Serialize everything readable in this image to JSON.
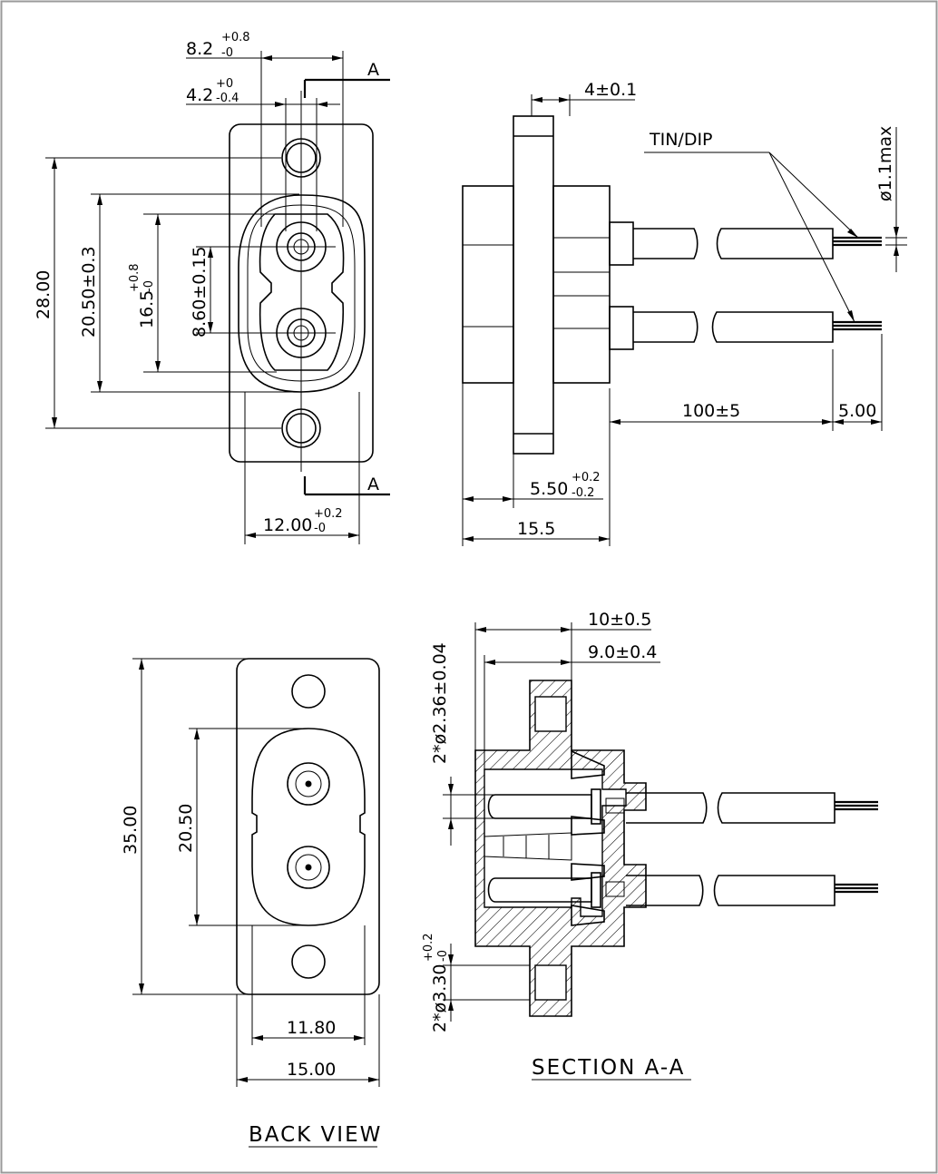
{
  "front_view": {
    "dim_width_top": "8.2",
    "dim_width_top_upper": "+0.8",
    "dim_width_top_lower": "-0",
    "dim_pin_width": "4.2",
    "dim_pin_width_upper": "+0",
    "dim_pin_width_lower": "-0.4",
    "section_mark_top": "A",
    "section_mark_bottom": "A",
    "dim_height_overall": "28.00",
    "dim_body_height": "20.50±0.3",
    "dim_inner_height": "16.5",
    "dim_inner_height_upper": "+0.8",
    "dim_inner_height_lower": "-0",
    "dim_pin_pitch": "8.60±0.15",
    "dim_body_width": "12.00",
    "dim_body_width_upper": "+0.2",
    "dim_body_width_lower": "-0"
  },
  "side_view": {
    "dim_flange": "4±0.1",
    "label_tin_dip": "TIN/DIP",
    "dim_wire_dia": "ø1.1max",
    "dim_wire_length": "100±5",
    "dim_strip": "5.00",
    "dim_front_depth": "5.50",
    "dim_front_depth_upper": "+0.2",
    "dim_front_depth_lower": "-0.2",
    "dim_total_depth": "15.5"
  },
  "back_view": {
    "dim_height": "35.00",
    "dim_body_height": "20.50",
    "dim_inner_width": "11.80",
    "dim_width": "15.00",
    "title": "BACK VIEW"
  },
  "section_view": {
    "dim_depth_a": "10±0.5",
    "dim_depth_b": "9.0±0.4",
    "dim_pin_dia": "2*ø2.36±0.04",
    "dim_hole_dia": "2*ø3.30",
    "dim_hole_dia_upper": "+0.2",
    "dim_hole_dia_lower": "-0",
    "title": "SECTION A-A"
  }
}
